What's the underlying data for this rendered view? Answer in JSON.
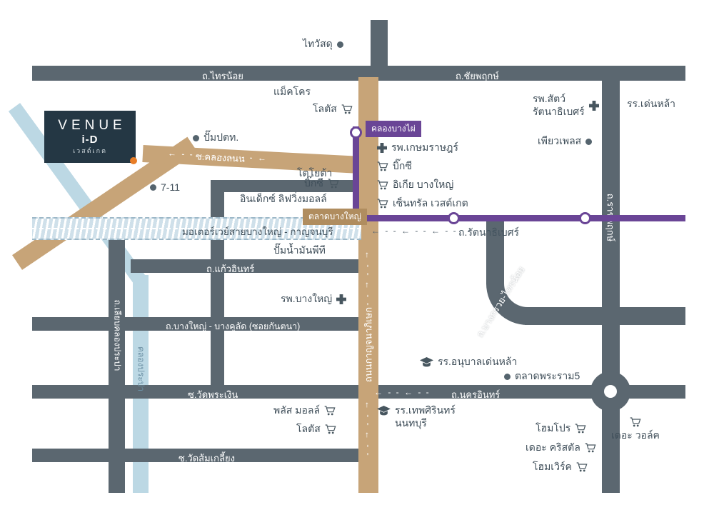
{
  "project": {
    "name": "VENUE",
    "sub": "i-D",
    "subtext": "เวสต์เกต"
  },
  "badges": {
    "khlong_bang_phai": "คลองบางไผ่",
    "talad_bang_yai": "ตลาดบางใหญ่"
  },
  "roads": {
    "sai_noi": "ถ.ไทรน้อย",
    "chaiyaphruek": "ถ.ชัยพฤกษ์",
    "khlong_thanon": "ซ.คลองถนน",
    "motorway": "มอเตอร์เวย์สายบางใหญ่ - กาญจนบุรี",
    "rattanathibet": "ถ.รัตนาธิเบศร์",
    "ratchaphruek": "ถ.ราชพฤกษ์",
    "kaew_in": "ถ.แก้วอินทร์",
    "bang_kruai_sai_noi": "ถ.บางกรวย-ไทรน้อย",
    "kantana": "ถ.บางใหญ่ - บางคูลัด (ซอยกันตนา)",
    "liab_khlong_prapa": "ถ.เลียบคลองประปา",
    "khlong_prapa": "คลองประปา",
    "kanchanaphisek": "ถนนกาญจนาภิเษก",
    "wat_phra_ngoen": "ซ.วัดพระเงิน",
    "nakhon_in": "ถ.นครอินทร์",
    "wat_som_kliang": "ซ.วัดส้มเกลี้ยง"
  },
  "landmarks": {
    "thai_watsadu": "ไทวัสดุ",
    "makro": "แม็คโคร",
    "lotus_top": "โลตัส",
    "denla_school": "รร.เด่นหล้า",
    "animal_hospital_1": "รพ.สัตว์",
    "animal_hospital_2": "รัตนาธิเบศร์",
    "pure_place": "เพียวเพลส",
    "ptt": "ปั๊มปตท.",
    "kasemrad": "รพ.เกษมราษฎร์",
    "big_c_1": "บิ๊กซี",
    "toyota": "โตโยต้า",
    "seven_eleven": "7-11",
    "big_c_2": "บิ๊กซี",
    "ikea": "อิเกีย บางใหญ่",
    "index_mall": "อินเด็กซ์ ลิฟวิ่งมอลล์",
    "central_westgate": "เซ็นทรัล เวสต์เกต",
    "pt_station": "ปั๊มน้ำมันพีที",
    "bang_yai_hospital": "รพ.บางใหญ่",
    "anuban_denla": "รร.อนุบาลเด่นหล้า",
    "talad_rama5": "ตลาดพระราม5",
    "plus_mall": "พลัส มอลล์",
    "lotus_bottom": "โลตัส",
    "debsirin_1": "รร.เทพศิรินทร์",
    "debsirin_2": "นนทบุรี",
    "homepro": "โฮมโปร",
    "the_walk": "เดอะ วอล์ค",
    "the_crystal": "เดอะ คริสตัล",
    "homework": "โฮมเวิร์ค"
  },
  "decor": {
    "arrows_4": "← - - ← - - ← - - ←",
    "arrows_3": "← - - ← - - ← - -",
    "arrows_2": "← - - ← - -"
  },
  "colors": {
    "road": "#5b6770",
    "access_road": "#c7a478",
    "mrt_line": "#6a4596",
    "canal": "#bcd8e4",
    "accent_orange": "#e87d26",
    "logo_bg": "#243744"
  }
}
